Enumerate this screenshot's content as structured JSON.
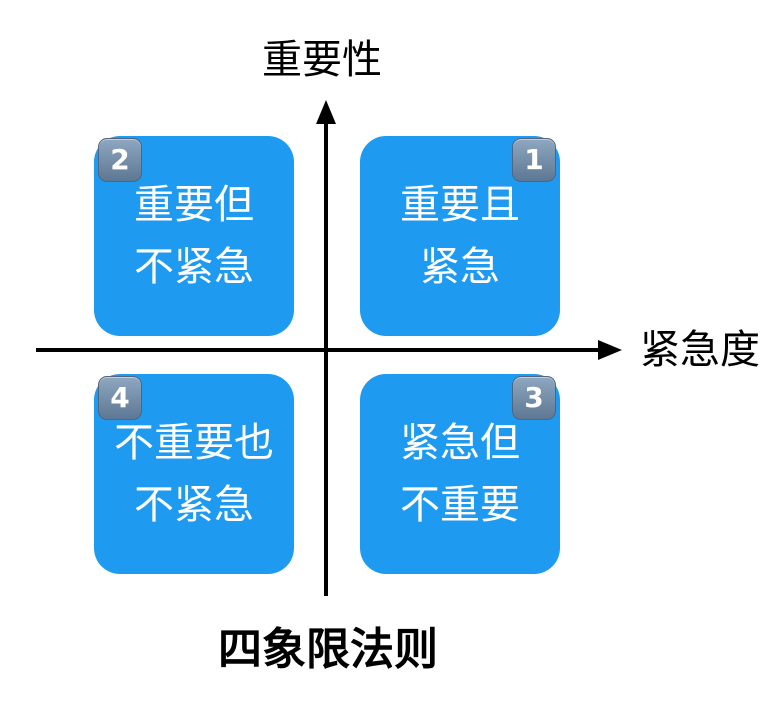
{
  "axes": {
    "y_label": "重要性",
    "x_label": "紧急度"
  },
  "title": "四象限法则",
  "quadrants": {
    "q1": {
      "badge": "1",
      "line1": "重要且",
      "line2": "紧急"
    },
    "q2": {
      "badge": "2",
      "line1": "重要但",
      "line2": "不紧急"
    },
    "q3": {
      "badge": "3",
      "line1": "紧急但",
      "line2": "不重要"
    },
    "q4": {
      "badge": "4",
      "line1": "不重要也",
      "line2": "不紧急"
    }
  },
  "colors": {
    "quadrant_fill": "#1e9bf0",
    "badge_fill": "#6f89a5",
    "axis": "#000000",
    "text_on_quadrant": "#ffffff"
  }
}
